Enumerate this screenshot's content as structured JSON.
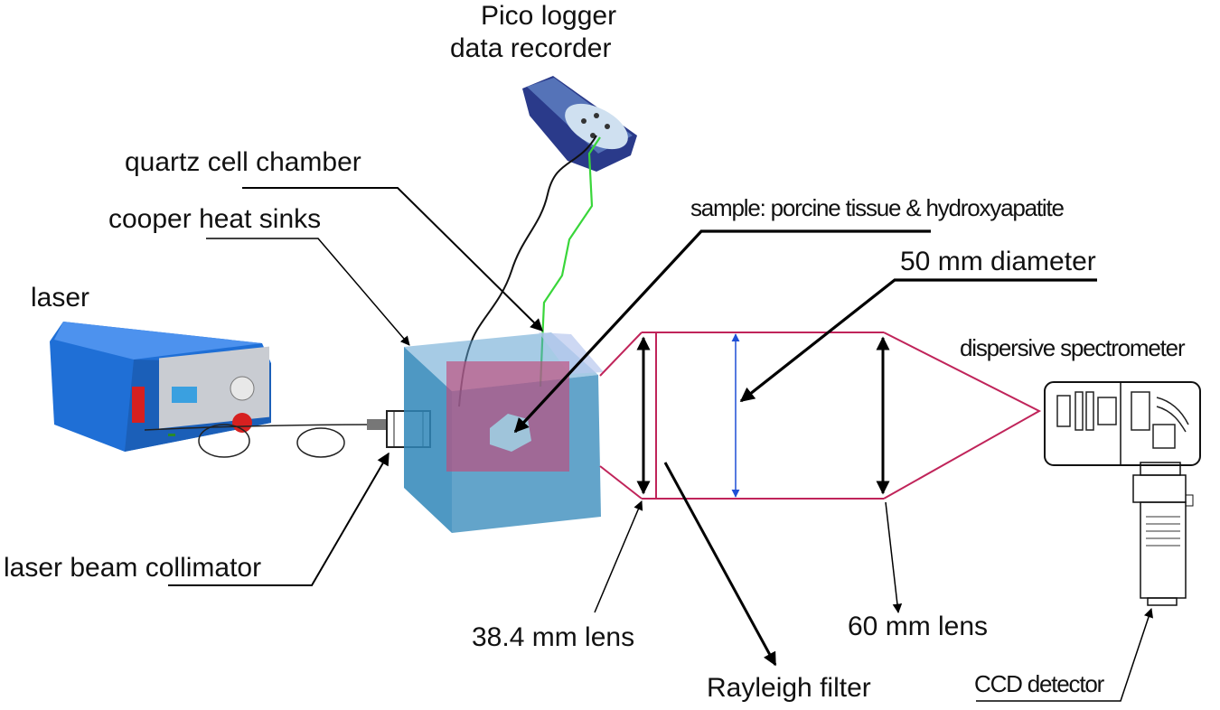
{
  "labels": {
    "pico_line1": "Pico logger",
    "pico_line2": "data recorder",
    "quartz": "quartz cell chamber",
    "copper": "cooper heat sinks",
    "laser": "laser",
    "sample": "sample: porcine tissue & hydroxyapatite",
    "diameter": "50 mm diameter",
    "spectrometer": "dispersive spectrometer",
    "collimator": "laser beam collimator",
    "lens1": "38.4 mm lens",
    "lens2": "60 mm lens",
    "rayleigh": "Rayleigh filter",
    "ccd": "CCD detector"
  },
  "colors": {
    "laser_body": "#1f6fd6",
    "chamber": "#2f86b8",
    "sample_cell": "#c24a7a",
    "optical_path": "#c0245a",
    "fiber_green": "#39d63a",
    "logger": "#2a3a8a",
    "beam_arrow": "#1f4fd6"
  }
}
